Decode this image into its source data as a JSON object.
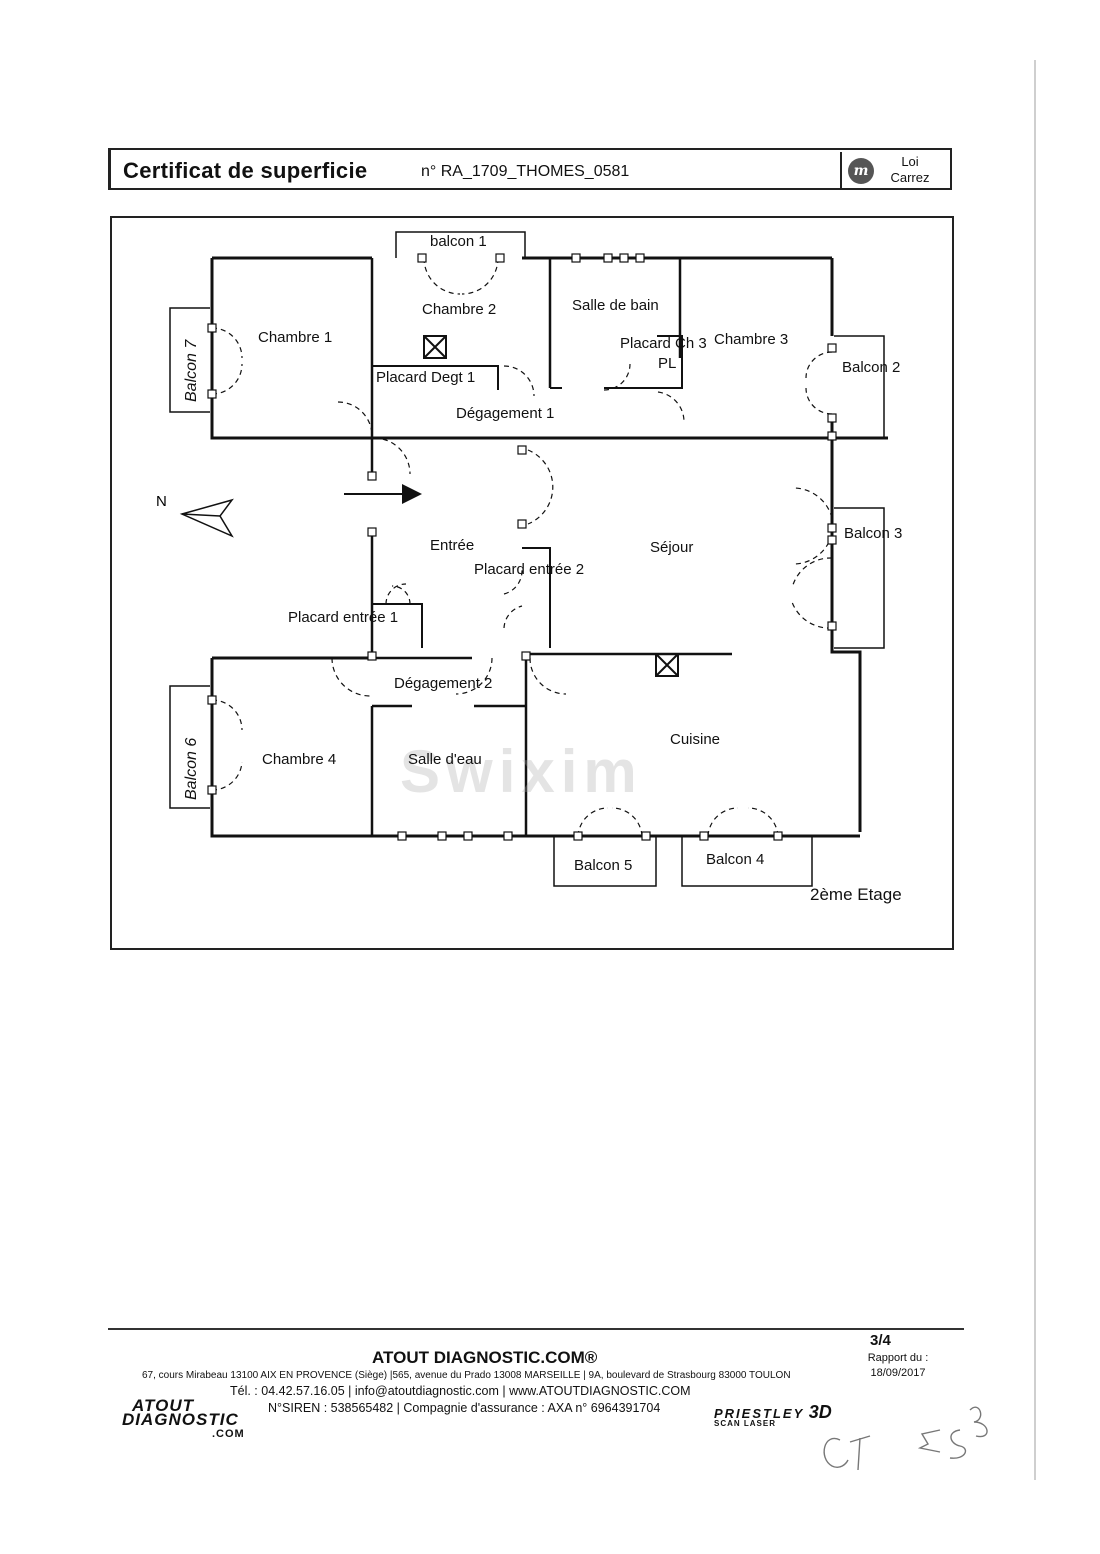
{
  "header": {
    "title": "Certificat de superficie",
    "number": "n° RA_1709_THOMES_0581",
    "badge_logo": "m",
    "badge_line1": "Loi",
    "badge_line2": "Carrez"
  },
  "plan": {
    "rooms": {
      "balcon1": "balcon 1",
      "chambre1": "Chambre 1",
      "chambre2": "Chambre 2",
      "salle_de_bain": "Salle de bain",
      "placard_ch3": "Placard Ch 3",
      "pl": "PL",
      "chambre3": "Chambre 3",
      "balcon2": "Balcon 2",
      "placard_degt1": "Placard Degt 1",
      "degagement1": "Dégagement 1",
      "balcon7": "Balcon 7",
      "entree": "Entrée",
      "sejour": "Séjour",
      "placard_entree2": "Placard entrée  2",
      "balcon3": "Balcon 3",
      "placard_entree1": "Placard entrée  1",
      "degagement2": "Dégagement 2",
      "chambre4": "Chambre 4",
      "salle_deau": "Salle d'eau",
      "cuisine": "Cuisine",
      "balcon6": "Balcon 6",
      "balcon5": "Balcon 5",
      "balcon4": "Balcon 4"
    },
    "north_label": "N",
    "floor": "2ème Etage",
    "watermark": "Swixim"
  },
  "footer": {
    "company": "ATOUT DIAGNOSTIC.COM®",
    "address": "67, cours Mirabeau 13100 AIX EN PROVENCE (Siège) |565, avenue du Prado 13008 MARSEILLE | 9A, boulevard de Strasbourg 83000 TOULON",
    "contact": "Tél. : 04.42.57.16.05 | info@atoutdiagnostic.com | www.ATOUTDIAGNOSTIC.COM",
    "siren": "N°SIREN : 538565482 | Compagnie d'assurance : AXA n° 6964391704",
    "page": "3/4",
    "report_label": "Rapport du :",
    "report_date": "18/09/2017",
    "logo_line1": "ATOUT",
    "logo_line2": "DIAGNOSTIC",
    "logo_line3": ".COM",
    "partner_line1": "PRIESTLEY",
    "partner_3d": "3D",
    "partner_line2": "SCAN LASER",
    "initials1": "CT",
    "initials2": "ES"
  }
}
